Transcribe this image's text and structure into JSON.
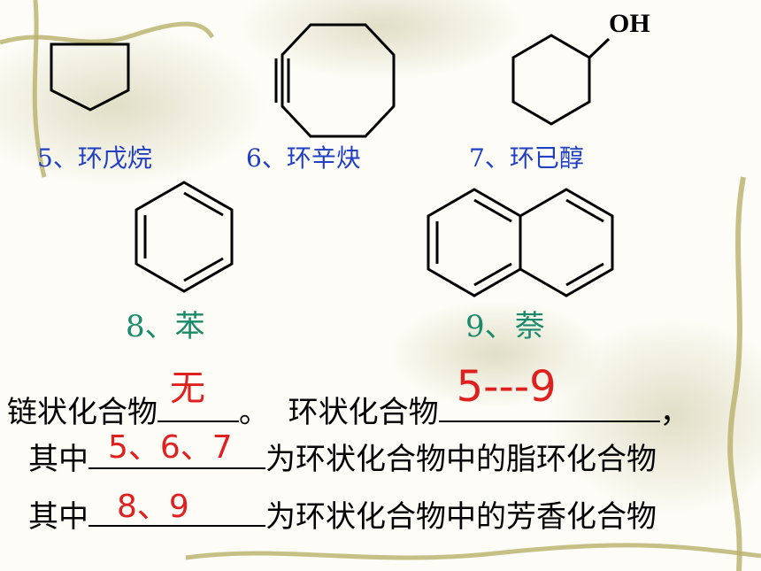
{
  "compounds": [
    {
      "label": "5、环戊烷"
    },
    {
      "label": "6、环辛炔"
    },
    {
      "label": "7、环已醇"
    },
    {
      "label": "8、苯"
    },
    {
      "label": "9、萘"
    }
  ],
  "oh_label": "OH",
  "questions": {
    "chain_label": "链状化合物",
    "chain_answer": "无",
    "sep": "。",
    "ring_label": "环状化合物",
    "ring_answer": "5---9",
    "comma": "，",
    "prefix": "其中",
    "alicyclic_answer": "5、6、7",
    "alicyclic_suffix": "为环状化合物中的脂环化合物",
    "aromatic_answer": "8、9",
    "aromatic_suffix": "为环状化合物中的芳香化合物"
  },
  "colors": {
    "blue": "#1f3fc4",
    "teal": "#1a8a6a",
    "red": "#e0201e"
  }
}
